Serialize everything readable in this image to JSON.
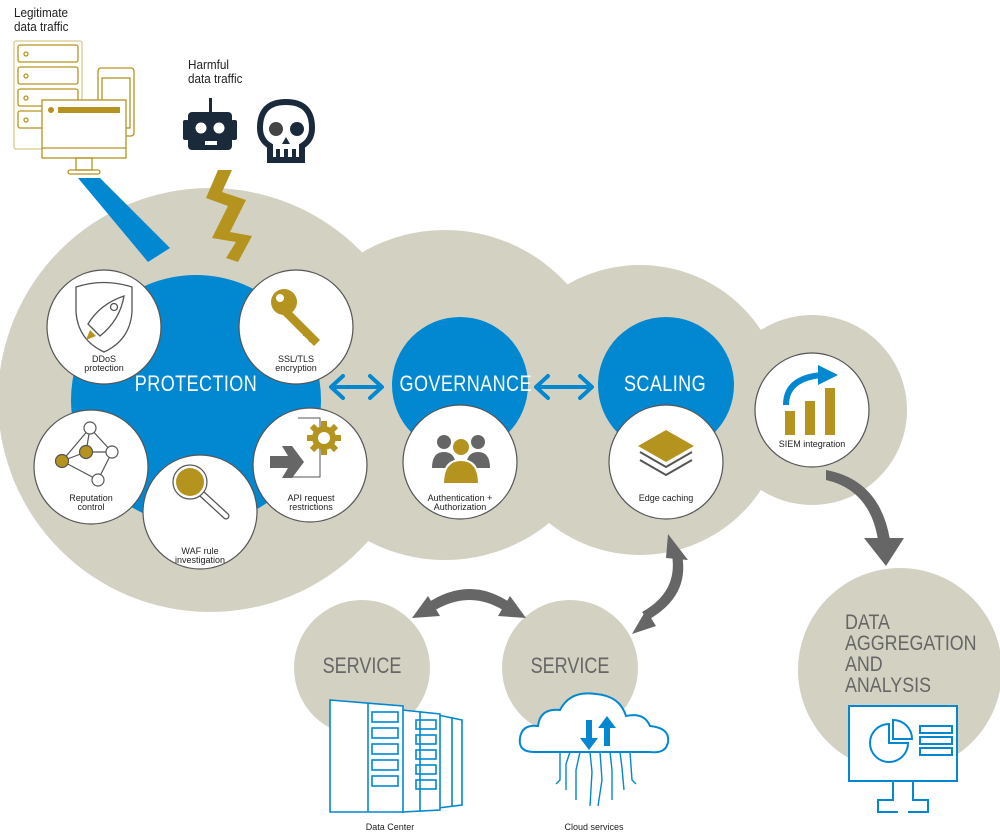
{
  "sources": {
    "legitimate_label": "Legitimate\ndata traffic",
    "harmful_label": "Harmful\ndata traffic",
    "legitimate_icon": "devices-icon",
    "harmful_icons": [
      "robot-icon",
      "skull-icon"
    ]
  },
  "pillars": {
    "protection": {
      "title": "PROTECTION",
      "features": [
        {
          "label": "DDoS\nprotection",
          "icon": "shield-rocket-icon"
        },
        {
          "label": "SSL/TLS\nencryption",
          "icon": "key-icon"
        },
        {
          "label": "Reputation\ncontrol",
          "icon": "network-nodes-icon"
        },
        {
          "label": "WAF rule\ninvestigation",
          "icon": "magnifier-icon"
        },
        {
          "label": "API request\nrestrictions",
          "icon": "gear-arrow-icon"
        }
      ]
    },
    "governance": {
      "title": "GOVERNANCE",
      "features": [
        {
          "label": "Authentication +\nAuthorization",
          "icon": "users-icon"
        }
      ]
    },
    "scaling": {
      "title": "SCALING",
      "features": [
        {
          "label": "Edge caching",
          "icon": "layers-icon"
        }
      ]
    },
    "siem": {
      "features": [
        {
          "label": "SIEM integration",
          "icon": "bar-growth-icon"
        }
      ]
    }
  },
  "services": [
    {
      "title": "SERVICE",
      "caption": "Data Center",
      "icon": "server-racks-icon"
    },
    {
      "title": "SERVICE",
      "caption": "Cloud services",
      "icon": "cloud-icon"
    }
  ],
  "analysis": {
    "title": "DATA\nAGGREGATION\nAND\nANALYSIS",
    "icon": "presentation-board-icon"
  },
  "colors": {
    "blue": "#0288d1",
    "gold": "#b5931f",
    "beige": "#d3d2c2",
    "arrow_gray": "#666666",
    "navy": "#1b2a3a"
  }
}
